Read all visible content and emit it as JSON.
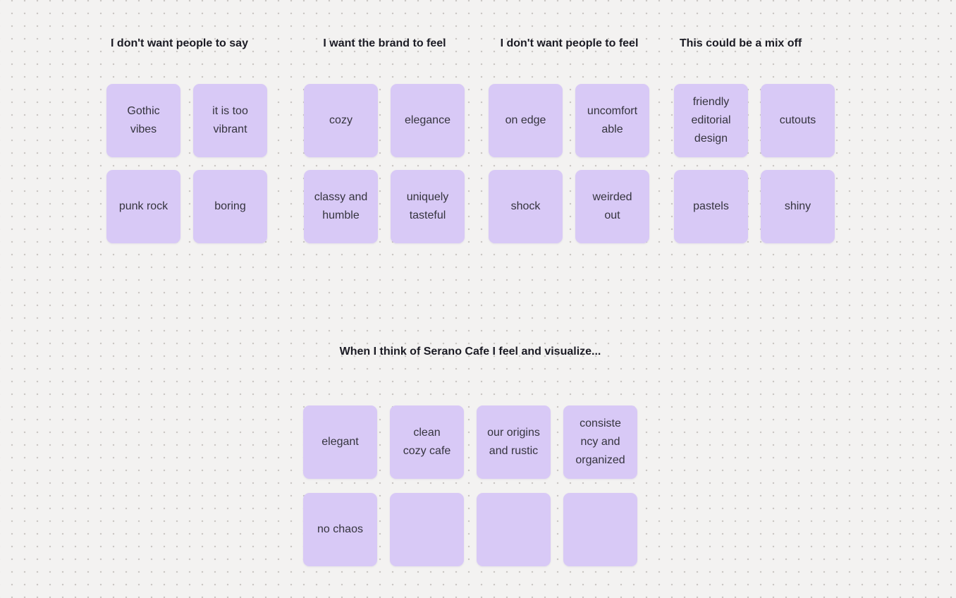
{
  "theme": {
    "background_color": "#f3f2f1",
    "dot_color": "#c8c5c2",
    "sticky_color": "#d8c9f6",
    "sticky_text_color": "#35343e",
    "header_text_color": "#1b1b24"
  },
  "groups": [
    {
      "header": "I don't want people to say",
      "stickies": [
        "Gothic\nvibes",
        "it is too\nvibrant",
        "punk rock",
        "boring"
      ]
    },
    {
      "header": "I want the brand to feel",
      "stickies": [
        "cozy",
        "elegance",
        "classy and\nhumble",
        "uniquely\ntasteful"
      ]
    },
    {
      "header": "I don't want people to feel",
      "stickies": [
        "on edge",
        "uncomfort\nable",
        "shock",
        "weirded\nout"
      ]
    },
    {
      "header": "This could be a mix off",
      "stickies": [
        "friendly\neditorial\ndesign",
        "cutouts",
        "pastels",
        "shiny"
      ]
    }
  ],
  "bottom_section": {
    "title": "When I think of Serano Cafe I feel and visualize...",
    "stickies": [
      "elegant",
      "clean\ncozy cafe",
      "our origins\nand rustic",
      "consiste\nncy and\norganized",
      "no chaos",
      "",
      "",
      ""
    ]
  }
}
